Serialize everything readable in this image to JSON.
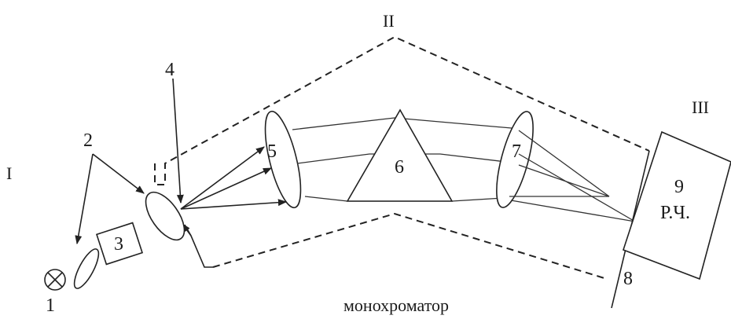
{
  "labels": {
    "lamp": "1",
    "condenser": "2",
    "filter": "3",
    "slit_lens": "4",
    "collimator": "5",
    "prism": "6",
    "camera_lens": "7",
    "exit_plane": "8",
    "detector_number": "9",
    "detector_text": "Р.Ч."
  },
  "zones": {
    "zone_1": "I",
    "zone_2": "II",
    "zone_3": "III"
  },
  "caption": "монохроматор"
}
